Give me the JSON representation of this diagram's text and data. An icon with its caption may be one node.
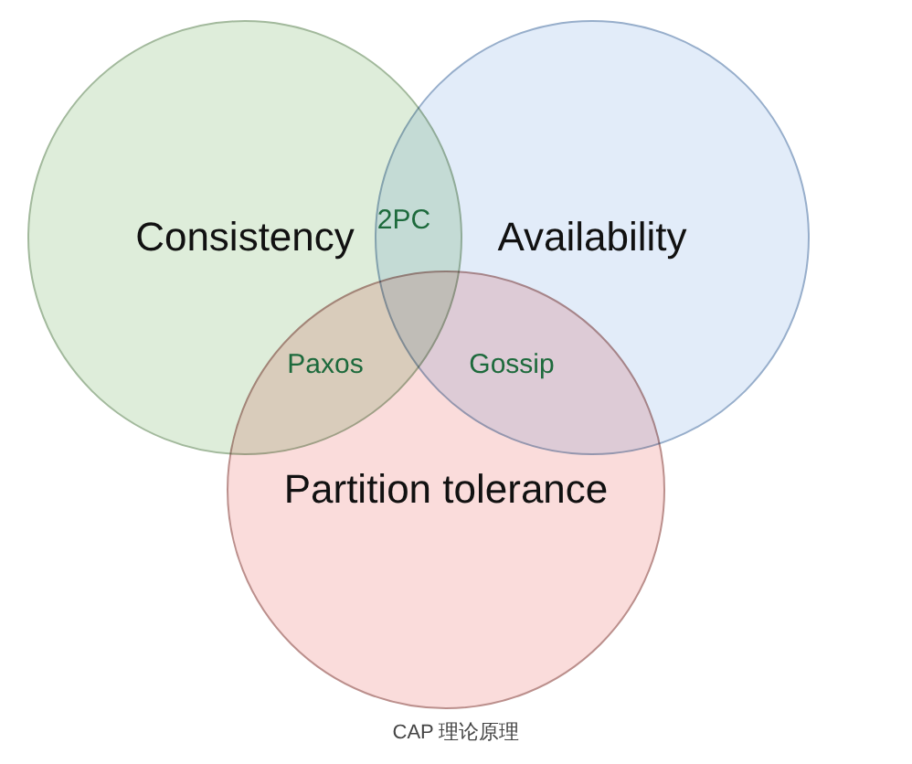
{
  "diagram": {
    "caption": "CAP 理论原理",
    "nodes": [
      {
        "text": [
          "Consistency"
        ]
      },
      {
        "text": [
          "Availability"
        ]
      },
      {
        "text": [
          "Partition tolerance"
        ]
      }
    ],
    "labels": [
      "2PC",
      "Paxos",
      "Gossip"
    ]
  }
}
